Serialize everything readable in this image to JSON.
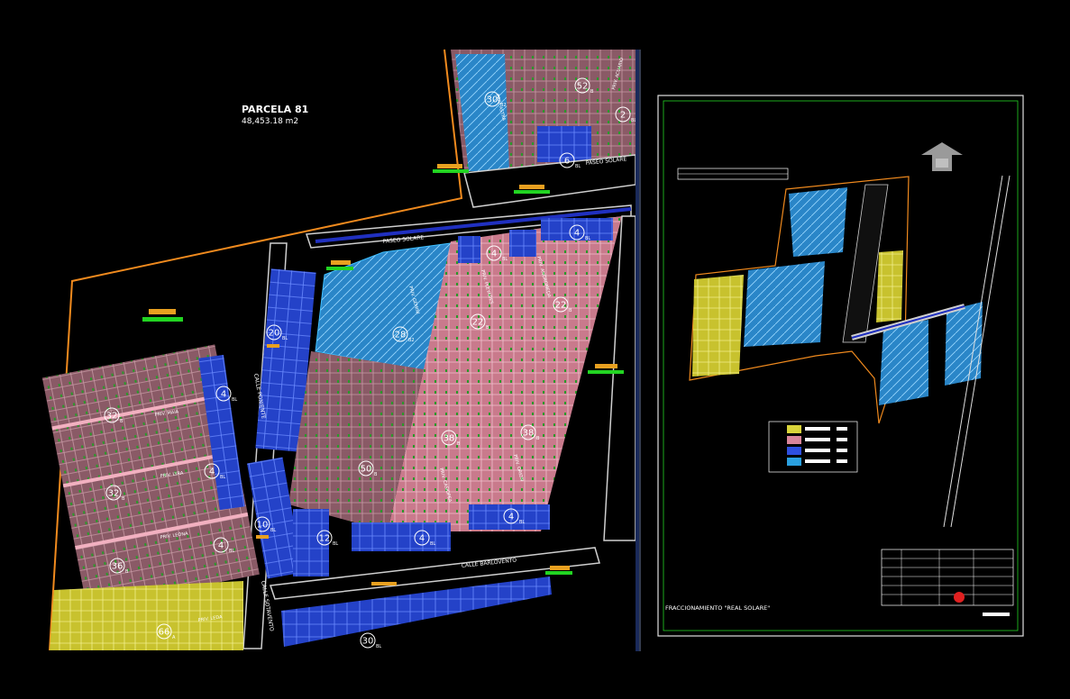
{
  "plan": {
    "parcel_title": "PARCELA 81",
    "parcel_area": "48,453.18 m2",
    "streets": {
      "paseo_solare_top": "PASEO SOLARE",
      "paseo_solare": "PASEO SOLARE",
      "calle_barlovento": "CALLE BARLOVENTO",
      "calle_vertical_1": "CALLE PONIENTE",
      "calle_vertical_2": "CALLE SOTAVENTO"
    },
    "privadas": {
      "priv_maia": "PRIV. MAIA",
      "priv_lyra": "PRIV. LYRA",
      "priv_leona": "PRIV. LEONA",
      "priv_leda": "PRIV. LEDA",
      "priv_gemini": "PRIV. GEMINI",
      "priv_pleyades": "PRIV. PLEYADES",
      "priv_andromeda": "PRIV. ANDROMEDA",
      "priv_acuario": "PRIV. ACUARIO",
      "priv_astra": "PRIV. ASTRA",
      "priv_casiopea": "PRIV. CASIOPEA",
      "priv_orion": "PRIV. ORION"
    },
    "badges": [
      {
        "num": "30",
        "sub": "B2"
      },
      {
        "num": "52",
        "sub": "B"
      },
      {
        "num": "2",
        "sub": "BL"
      },
      {
        "num": "6",
        "sub": "BL"
      },
      {
        "num": "4",
        "sub": "BL"
      },
      {
        "num": "4",
        "sub": "BL"
      },
      {
        "num": "20",
        "sub": "BL"
      },
      {
        "num": "28",
        "sub": "B2"
      },
      {
        "num": "22",
        "sub": "B"
      },
      {
        "num": "22",
        "sub": "B"
      },
      {
        "num": "4",
        "sub": "BL"
      },
      {
        "num": "32",
        "sub": "B"
      },
      {
        "num": "4",
        "sub": "BL"
      },
      {
        "num": "32",
        "sub": "B"
      },
      {
        "num": "38",
        "sub": "B"
      },
      {
        "num": "38",
        "sub": "B"
      },
      {
        "num": "50",
        "sub": "B"
      },
      {
        "num": "4",
        "sub": "BL"
      },
      {
        "num": "10",
        "sub": "BL"
      },
      {
        "num": "12",
        "sub": "BL"
      },
      {
        "num": "4",
        "sub": "BL"
      },
      {
        "num": "36",
        "sub": "B"
      },
      {
        "num": "4",
        "sub": "BL"
      },
      {
        "num": "30",
        "sub": "BL"
      },
      {
        "num": "66",
        "sub": "A"
      }
    ]
  },
  "layout_sheet": {
    "title": "FRACCIONAMIENTO \"REAL SOLARE\""
  },
  "colors": {
    "pink": "#d9859a",
    "blue": "#2e4fe0",
    "cyan": "#2aa0e0",
    "yellow": "#d9d43a",
    "boundary": "#f08a1e",
    "green": "#22d422",
    "road": "#cfcfcf"
  }
}
